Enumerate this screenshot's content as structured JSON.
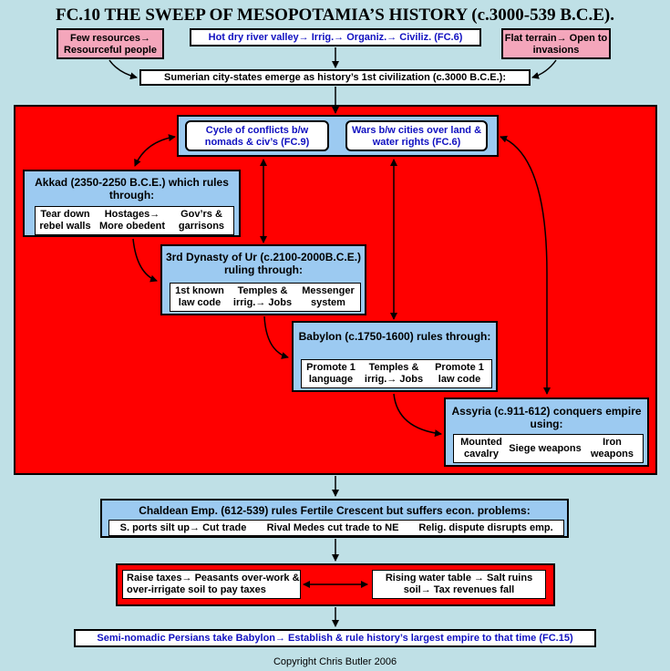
{
  "title": "FC.10 THE SWEEP OF MESOPOTAMIA’S HISTORY (c.3000-539 B.C.E).",
  "top_left": "Few resources→ Resourceful people",
  "top_center": "Hot dry river valley→ Irrig.→ Organiz.→ Civiliz. (FC.6)",
  "top_right": "Flat terrain→ Open to invasions",
  "sumer": "Sumerian city-states emerge as history’s 1st civilization (c.3000 B.C.E.):",
  "conflicts": {
    "cycle": "Cycle of conflicts b/w nomads & civ’s (FC.9)",
    "wars": "Wars b/w cities over land & water rights (FC.6)"
  },
  "akkad": {
    "title": "Akkad (2350-2250 B.C.E.) which rules through:",
    "cells": [
      "Tear down rebel walls",
      "Hostages→ More obedent",
      "Gov’rs & garrisons"
    ]
  },
  "ur": {
    "title": "3rd Dynasty of Ur (c.2100-2000B.C.E.) ruling  through:",
    "cells": [
      "1st known law code",
      "Temples & irrig.→ Jobs",
      "Messenger system"
    ]
  },
  "babylon": {
    "title": "Babylon (c.1750-1600) rules through:",
    "cells": [
      "Promote 1 language",
      "Temples & irrig.→ Jobs",
      "Promote 1 law code"
    ]
  },
  "assyria": {
    "title": "Assyria (c.911-612) conquers empire using:",
    "cells": [
      "Mounted cavalry",
      "Siege weapons",
      "Iron weapons"
    ]
  },
  "chaldean": {
    "title": "Chaldean Emp. (612-539) rules Fertile Crescent but suffers econ. problems:",
    "cells": [
      "S. ports silt up→ Cut trade",
      "Rival Medes cut trade to NE",
      "Relig. dispute disrupts emp."
    ]
  },
  "cycle_left": "Raise taxes→ Peasants over-work & over-irrigate soil to pay taxes",
  "cycle_right": "Rising water table → Salt ruins soil→ Tax revenues fall",
  "persians": "Semi-nomadic Persians take Babylon→ Establish & rule history’s largest empire to that time (FC.15)",
  "copyright": "Copyright Chris Butler 2006",
  "colors": {
    "background": "#bfe0e6",
    "red": "#ff0000",
    "pink": "#f4a6bb",
    "blue": "#9ccaf1",
    "blue_text": "#1010c0"
  }
}
